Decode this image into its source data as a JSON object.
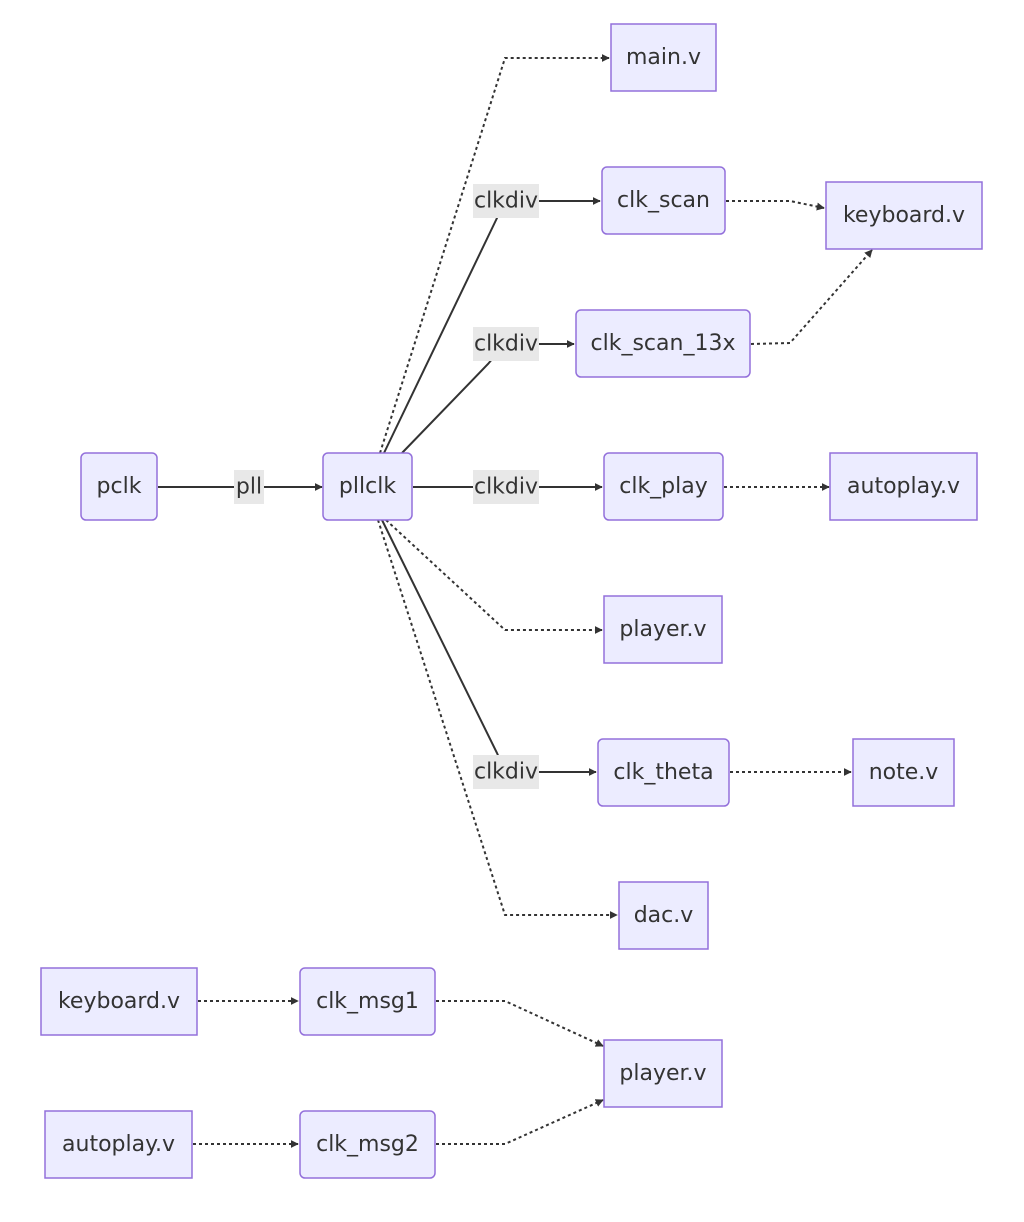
{
  "diagram": {
    "nodes": [
      {
        "id": "pclk",
        "label": "pclk",
        "shape": "round"
      },
      {
        "id": "pllclk",
        "label": "pllclk",
        "shape": "round"
      },
      {
        "id": "main_v",
        "label": "main.v",
        "shape": "square"
      },
      {
        "id": "clk_scan",
        "label": "clk_scan",
        "shape": "round"
      },
      {
        "id": "keyboard_v",
        "label": "keyboard.v",
        "shape": "square"
      },
      {
        "id": "clk_scan_13x",
        "label": "clk_scan_13x",
        "shape": "round"
      },
      {
        "id": "clk_play",
        "label": "clk_play",
        "shape": "round"
      },
      {
        "id": "autoplay_v",
        "label": "autoplay.v",
        "shape": "square"
      },
      {
        "id": "player_v",
        "label": "player.v",
        "shape": "square"
      },
      {
        "id": "clk_theta",
        "label": "clk_theta",
        "shape": "round"
      },
      {
        "id": "note_v",
        "label": "note.v",
        "shape": "square"
      },
      {
        "id": "dac_v",
        "label": "dac.v",
        "shape": "square"
      },
      {
        "id": "keyboard_v_2",
        "label": "keyboard.v",
        "shape": "square"
      },
      {
        "id": "clk_msg1",
        "label": "clk_msg1",
        "shape": "round"
      },
      {
        "id": "player_v_2",
        "label": "player.v",
        "shape": "square"
      },
      {
        "id": "autoplay_v_2",
        "label": "autoplay.v",
        "shape": "square"
      },
      {
        "id": "clk_msg2",
        "label": "clk_msg2",
        "shape": "round"
      }
    ],
    "edges": [
      {
        "from": "pclk",
        "to": "pllclk",
        "style": "solid",
        "label": "pll"
      },
      {
        "from": "pllclk",
        "to": "main_v",
        "style": "dotted",
        "label": ""
      },
      {
        "from": "pllclk",
        "to": "clk_scan",
        "style": "solid",
        "label": "clkdiv"
      },
      {
        "from": "clk_scan",
        "to": "keyboard_v",
        "style": "dotted",
        "label": ""
      },
      {
        "from": "pllclk",
        "to": "clk_scan_13x",
        "style": "solid",
        "label": "clkdiv"
      },
      {
        "from": "clk_scan_13x",
        "to": "keyboard_v",
        "style": "dotted",
        "label": ""
      },
      {
        "from": "pllclk",
        "to": "clk_play",
        "style": "solid",
        "label": "clkdiv"
      },
      {
        "from": "clk_play",
        "to": "autoplay_v",
        "style": "dotted",
        "label": ""
      },
      {
        "from": "pllclk",
        "to": "player_v",
        "style": "dotted",
        "label": ""
      },
      {
        "from": "pllclk",
        "to": "clk_theta",
        "style": "solid",
        "label": "clkdiv"
      },
      {
        "from": "clk_theta",
        "to": "note_v",
        "style": "dotted",
        "label": ""
      },
      {
        "from": "pllclk",
        "to": "dac_v",
        "style": "dotted",
        "label": ""
      },
      {
        "from": "keyboard_v_2",
        "to": "clk_msg1",
        "style": "dotted",
        "label": ""
      },
      {
        "from": "clk_msg1",
        "to": "player_v_2",
        "style": "dotted",
        "label": ""
      },
      {
        "from": "autoplay_v_2",
        "to": "clk_msg2",
        "style": "dotted",
        "label": ""
      },
      {
        "from": "clk_msg2",
        "to": "player_v_2",
        "style": "dotted",
        "label": ""
      }
    ]
  }
}
